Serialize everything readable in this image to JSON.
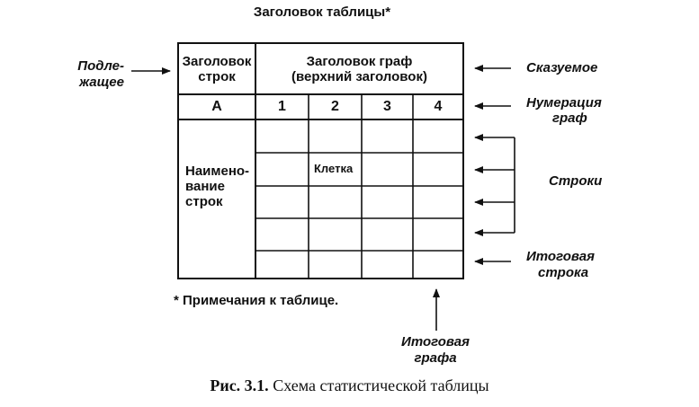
{
  "diagram": {
    "table_title": "Заголовок таблицы*",
    "row_header_line1": "Заголовок",
    "row_header_line2": "строк",
    "col_header_line1": "Заголовок граф",
    "col_header_line2": "(верхний заголовок)",
    "col_numbers": [
      "А",
      "1",
      "2",
      "3",
      "4"
    ],
    "row_names_line1": "Наимено-",
    "row_names_line2": "вание",
    "row_names_line3": "строк",
    "cell_label": "Клетка",
    "note": "* Примечания к таблице.",
    "left_label_line1": "Подле-",
    "left_label_line2": "жащее",
    "predicate": "Сказуемое",
    "numbering_line1": "Нумерация",
    "numbering_line2": "граф",
    "rows_label": "Строки",
    "total_row_line1": "Итоговая",
    "total_row_line2": "строка",
    "total_col_line1": "Итоговая",
    "total_col_line2": "графа",
    "caption_bold": "Рис. 3.1.",
    "caption_rest": " Схема статистической таблицы"
  }
}
